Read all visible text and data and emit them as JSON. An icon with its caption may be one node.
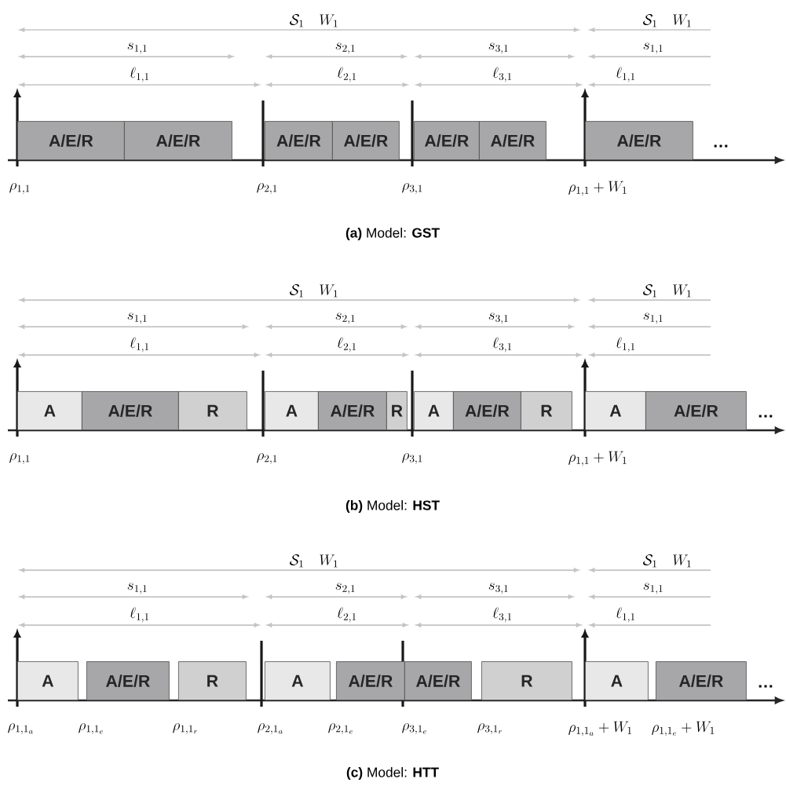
{
  "diagram": {
    "nodes": [
      {
        "text": [
          "A/E/R"
        ]
      },
      {
        "text": [
          "A/E/R"
        ]
      },
      {
        "text": [
          "A/E/R"
        ]
      },
      {
        "text": [
          "A/E/R"
        ]
      },
      {
        "text": [
          "A/E/R"
        ]
      },
      {
        "text": [
          "A/E/R"
        ]
      },
      {
        "text": [
          "A/E/R"
        ]
      },
      {
        "text": [
          "A"
        ]
      },
      {
        "text": [
          "A/E/R"
        ]
      },
      {
        "text": [
          "R"
        ]
      },
      {
        "text": [
          "A"
        ]
      },
      {
        "text": [
          "A/E/R"
        ]
      },
      {
        "text": [
          "R"
        ]
      },
      {
        "text": [
          "A"
        ]
      },
      {
        "text": [
          "A/E/R"
        ]
      },
      {
        "text": [
          "R"
        ]
      },
      {
        "text": [
          "A"
        ]
      },
      {
        "text": [
          "A/E/R"
        ]
      },
      {
        "text": [
          "A"
        ]
      },
      {
        "text": [
          "A/E/R"
        ]
      },
      {
        "text": [
          "R"
        ]
      },
      {
        "text": [
          "A"
        ]
      },
      {
        "text": [
          "A/E/R"
        ]
      },
      {
        "text": [
          "A/E/R"
        ]
      },
      {
        "text": [
          "R"
        ]
      },
      {
        "text": [
          "A"
        ]
      },
      {
        "text": [
          "A/E/R"
        ]
      }
    ],
    "labels": [
      "\\mathcal{S}_1 \\quad W_1",
      "\\mathcal{S}_1 \\quad W_1",
      "s_{1,1}",
      "s_{2,1}",
      "s_{3,1}",
      "s_{1,1}",
      "\\ell_{1,1}",
      "\\ell_{2,1}",
      "\\ell_{3,1}",
      "\\ell_{1,1}",
      "…",
      "\\rho_{1,1}",
      "\\rho_{2,1}",
      "\\rho_{3,1}",
      "\\rho_{1,1} + W_1",
      "**(a)** Model: **GST**",
      "\\mathcal{S}_1 \\quad W_1",
      "\\mathcal{S}_1 \\quad W_1",
      "s_{1,1}",
      "s_{2,1}",
      "s_{3,1}",
      "s_{1,1}",
      "\\ell_{1,1}",
      "\\ell_{2,1}",
      "\\ell_{3,1}",
      "\\ell_{1,1}",
      "…",
      "\\rho_{1,1}",
      "\\rho_{2,1}",
      "\\rho_{3,1}",
      "\\rho_{1,1} + W_1",
      "**(b)** Model: **HST**",
      "\\mathcal{S}_1 \\quad W_1",
      "\\mathcal{S}_1 \\quad W_1",
      "s_{1,1}",
      "s_{2,1}",
      "s_{3,1}",
      "s_{1,1}",
      "\\ell_{1,1}",
      "\\ell_{2,1}",
      "\\ell_{3,1}",
      "\\ell_{1,1}",
      "…",
      "\\rho_{1,1_a}",
      "\\rho_{1,1_e}",
      "\\rho_{1,1_r}",
      "\\rho_{2,1_a}",
      "\\rho_{2,1_e}",
      "\\rho_{3,1_e}",
      "\\rho_{3,1_r}",
      "\\rho_{1,1_a} + W_1",
      "\\rho_{1,1_e} + W_1",
      "**(c)** Model: **HTT**"
    ]
  }
}
